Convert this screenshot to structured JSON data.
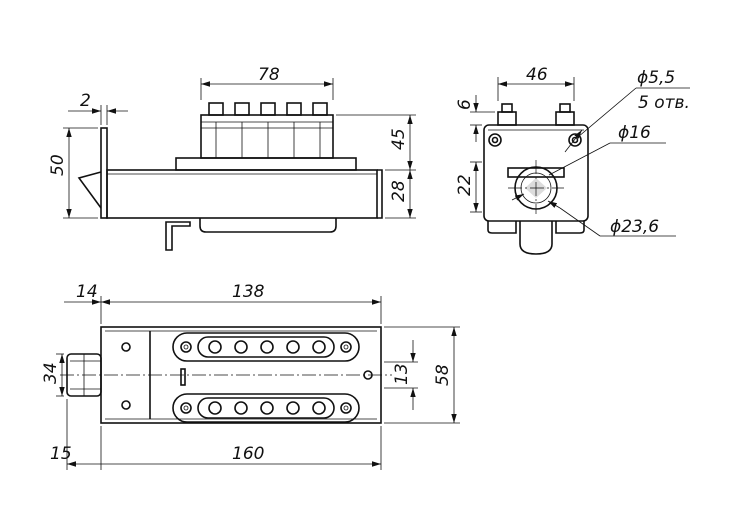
{
  "side_view": {
    "dim_width_top": "78",
    "dim_plate_thickness": "2",
    "dim_height_total": "50",
    "dim_height_buttons": "45",
    "dim_height_body": "28"
  },
  "end_view": {
    "dim_width": "46",
    "dim_offset_top": "6",
    "dim_offset_center": "22",
    "hole_diameter": "ϕ5,5",
    "hole_count": "5 отв.",
    "bore_diameter": "ϕ16",
    "cylinder_diameter": "ϕ23,6"
  },
  "plan_view": {
    "dim_front_offset": "14",
    "dim_length_inner": "138",
    "dim_front_height": "34",
    "dim_front_depth": "15",
    "dim_length_total": "160",
    "dim_center_offset": "13",
    "dim_width_total": "58"
  },
  "colors": {
    "line": "#111111",
    "background": "#ffffff"
  }
}
